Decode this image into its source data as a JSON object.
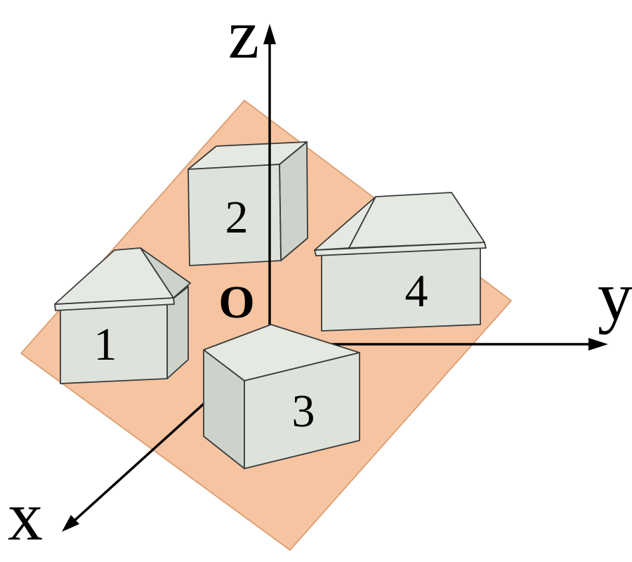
{
  "figure": {
    "type": "3d-coordinate-diagram",
    "description_labels": {
      "axis_z": "z",
      "axis_y": "y",
      "axis_x": "x",
      "origin": "O",
      "box1": "1",
      "box2": "2",
      "box3": "3",
      "box4": "4"
    }
  },
  "colors": {
    "background": "#ffffff",
    "plane": "#f6c4a0",
    "plane_edge": "#d99d72",
    "face_light": "#dde3da",
    "face_top": "#e4e9e2",
    "face_side": "#cbd3ca",
    "edge": "#3a3a3a",
    "axis": "#000000",
    "label": "#000000"
  }
}
